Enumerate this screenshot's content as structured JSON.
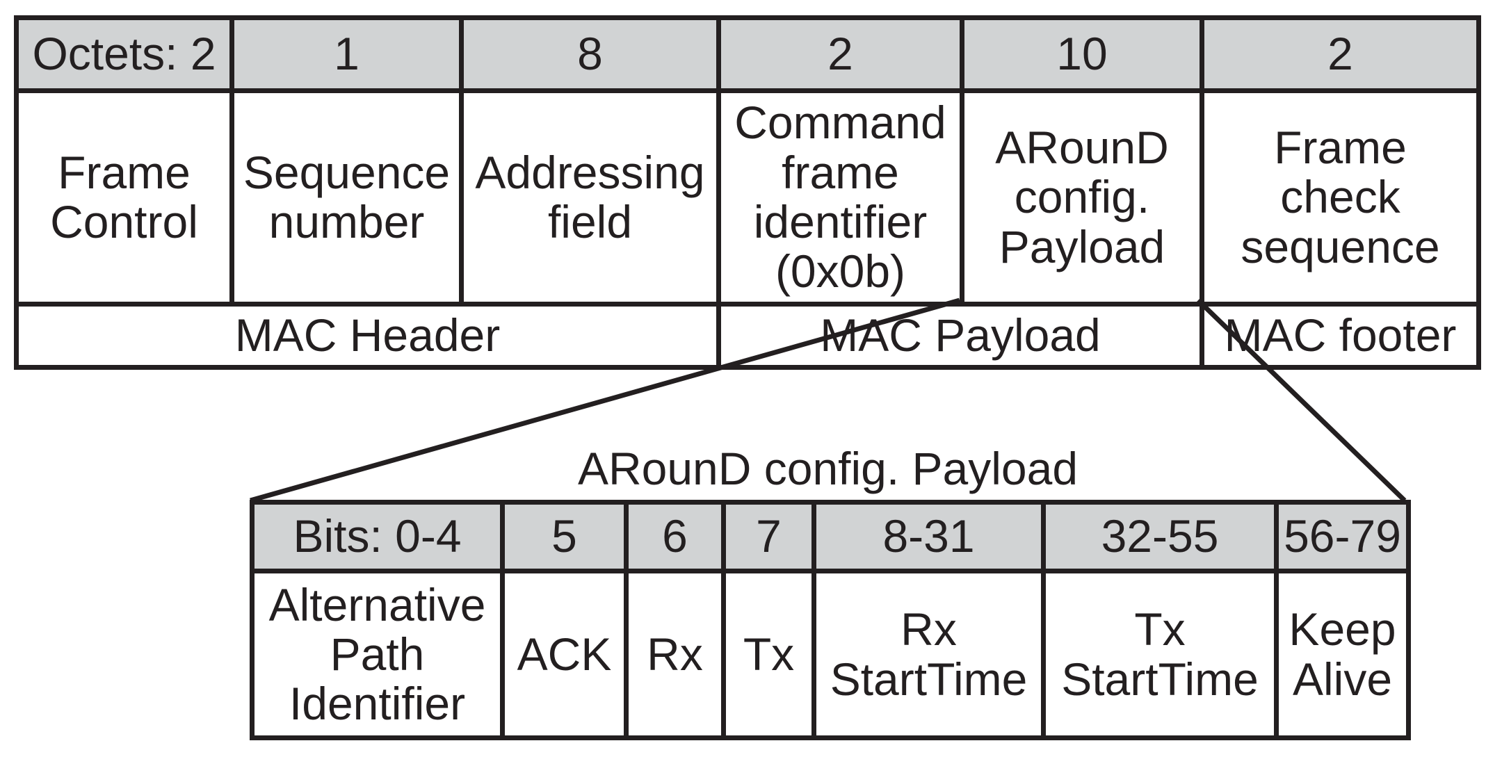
{
  "frame": {
    "octets": [
      "Octets: 2",
      "1",
      "8",
      "2",
      "10",
      "2"
    ],
    "fields": [
      "Frame\nControl",
      "Sequence\nnumber",
      "Addressing\nfield",
      "Command\nframe\nidentifier\n(0x0b)",
      "ARounD\nconfig.\nPayload",
      "Frame\ncheck\nsequence"
    ],
    "sections": {
      "header": "MAC Header",
      "payload": "MAC Payload",
      "footer": "MAC footer"
    }
  },
  "payload": {
    "title": "ARounD config. Payload",
    "bits": [
      "Bits: 0-4",
      "5",
      "6",
      "7",
      "8-31",
      "32-55",
      "56-79"
    ],
    "fields": [
      "Alternative\nPath\nIdentifier",
      "ACK",
      "Rx",
      "Tx",
      "Rx\nStartTime",
      "Tx\nStartTime",
      "Keep\nAlive"
    ]
  },
  "colors": {
    "line": "#231f20",
    "header_fill": "#d1d3d4",
    "background": "#ffffff"
  }
}
